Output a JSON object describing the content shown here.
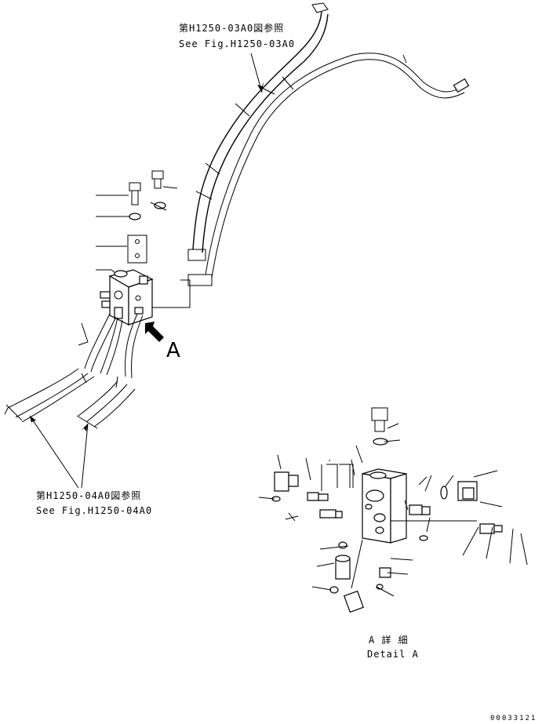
{
  "refs": {
    "top": {
      "jp": "第H1250-03A0図参照",
      "en": "See Fig.H1250-03A0"
    },
    "bottom": {
      "jp": "第H1250-04A0図参照",
      "en": "See Fig.H1250-04A0"
    }
  },
  "view_letter": "A",
  "detail": {
    "jp": "A 詳 細",
    "en": "Detail A"
  },
  "drawing_number": "00033121"
}
